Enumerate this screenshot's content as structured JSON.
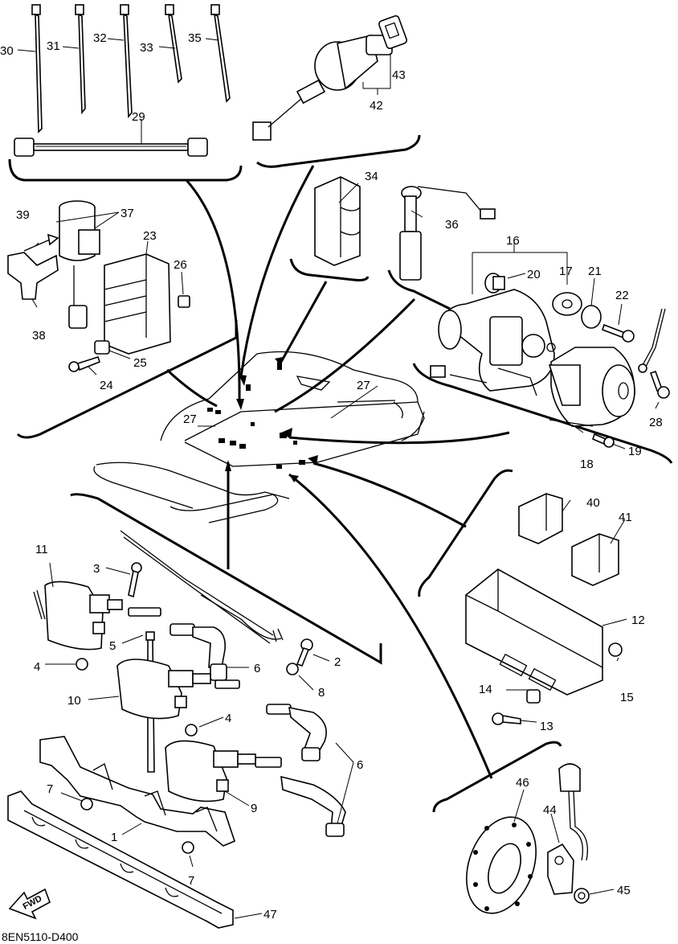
{
  "diagram": {
    "drawing_code": "8EN5110-D400",
    "direction_label": "FWD",
    "callouts": [
      "1",
      "2",
      "3",
      "4",
      "5",
      "6",
      "7",
      "8",
      "9",
      "10",
      "11",
      "12",
      "13",
      "14",
      "15",
      "16",
      "17",
      "18",
      "19",
      "20",
      "21",
      "22",
      "23",
      "24",
      "25",
      "26",
      "27",
      "28",
      "29",
      "30",
      "31",
      "32",
      "33",
      "34",
      "35",
      "36",
      "37",
      "38",
      "39",
      "40",
      "41",
      "42",
      "43",
      "44",
      "45",
      "46",
      "47"
    ]
  }
}
